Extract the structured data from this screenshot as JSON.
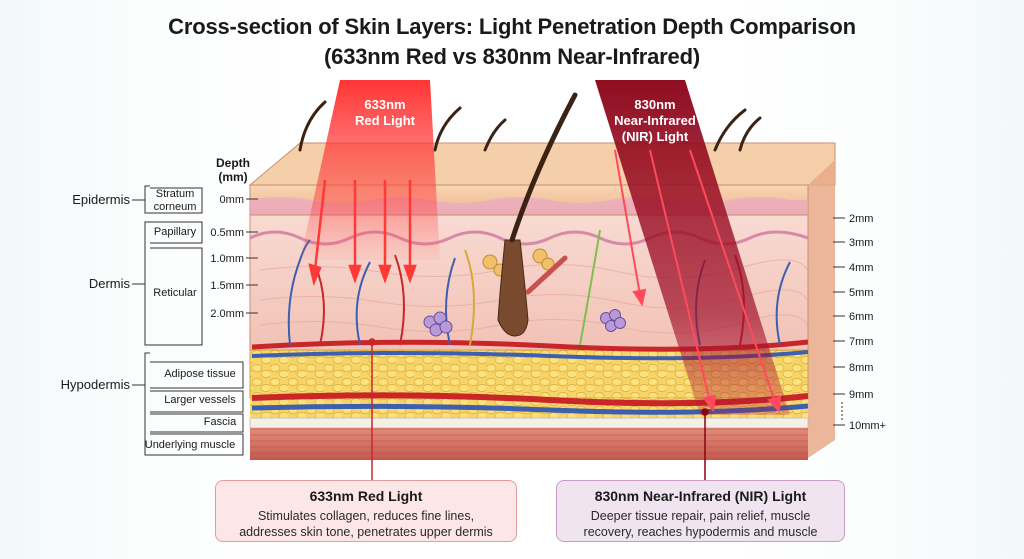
{
  "title_line1": "Cross-section of Skin Layers: Light Penetration Depth Comparison",
  "title_line2": "(633nm Red vs 830nm Near-Infrared)",
  "red_beam": {
    "line1": "633nm",
    "line2": "Red Light"
  },
  "nir_beam": {
    "line1": "830nm",
    "line2": "Near-Infrared",
    "line3": "(NIR) Light"
  },
  "depth_header": {
    "line1": "Depth",
    "line2": "(mm)"
  },
  "layers": {
    "epidermis": "Epidermis",
    "dermis": "Dermis",
    "hypodermis": "Hypodermis"
  },
  "sublayers": {
    "stratum_line1": "Stratum",
    "stratum_line2": "corneum",
    "papillary": "Papillary",
    "reticular": "Reticular",
    "adipose": "Adipose tissue",
    "vessels": "Larger vessels",
    "fascia": "Fascia",
    "muscle": "Underlying muscle"
  },
  "left_depths": [
    "0mm",
    "0.5mm",
    "1.0mm",
    "1.5mm",
    "2.0mm"
  ],
  "right_depths": [
    "2mm",
    "3mm",
    "4mm",
    "5mm",
    "6mm",
    "7mm",
    "8mm",
    "9mm",
    "10mm+"
  ],
  "red_info": {
    "title": "633nm Red Light",
    "line1": "Stimulates collagen, reduces fine lines,",
    "line2": "addresses skin tone, penetrates upper dermis"
  },
  "nir_info": {
    "title": "830nm Near-Infrared (NIR) Light",
    "line1": "Deeper tissue repair, pain relief, muscle",
    "line2": "recovery, reaches hypodermis and muscle"
  },
  "colors": {
    "red_beam": "#e8262a",
    "nir_beam": "#9a0f1e",
    "epidermis": "#f3c9a6",
    "dermis": "#f7d3c8",
    "fat": "#f5cd5a",
    "muscle": "#d9786a"
  }
}
